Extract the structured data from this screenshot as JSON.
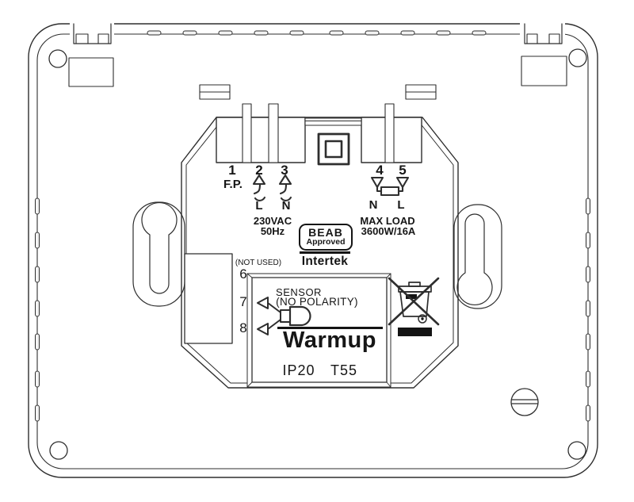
{
  "diagram_title": "thermostat-backplate-wiring-diagram",
  "colors": {
    "background": "#ffffff",
    "line": "#2e2e2e",
    "text": "#161616"
  },
  "power_terminals": {
    "n1": "1",
    "n2": "2",
    "n3": "3",
    "n4": "4",
    "n5": "5",
    "fp": "F.P.",
    "supply_l": "L",
    "supply_n": "N",
    "voltage": "230VAC",
    "frequency": "50Hz",
    "load_n": "N",
    "load_l": "L",
    "max_load_title": "MAX LOAD",
    "max_load_value": "3600W/16A"
  },
  "approvals": {
    "beab_title": "BEAB",
    "beab_subtitle": "Approved",
    "lab": "Intertek"
  },
  "sensor_terminals": {
    "n6": "6",
    "n7": "7",
    "n8": "8",
    "not_used": "(NOT USED)",
    "sensor_title": "SENSOR",
    "sensor_subtitle": "(NO POLARITY)"
  },
  "brand": {
    "logo_text": "Warmup"
  },
  "ratings": {
    "ingress_protection": "IP20",
    "temperature_class": "T55"
  },
  "icons": {
    "double_insulation_icon": "square-in-square",
    "weee_icon": "crossed-out-wheelie-bin",
    "supply_terminal_icon": "up-arrow-with-curl",
    "load_icon": "resistor-between-down-arrows",
    "sensor_probe_icon": "probe-capsule",
    "keyhole_mount_icon": "keyhole-slot",
    "screw_icon": "slotted-screw-head"
  }
}
